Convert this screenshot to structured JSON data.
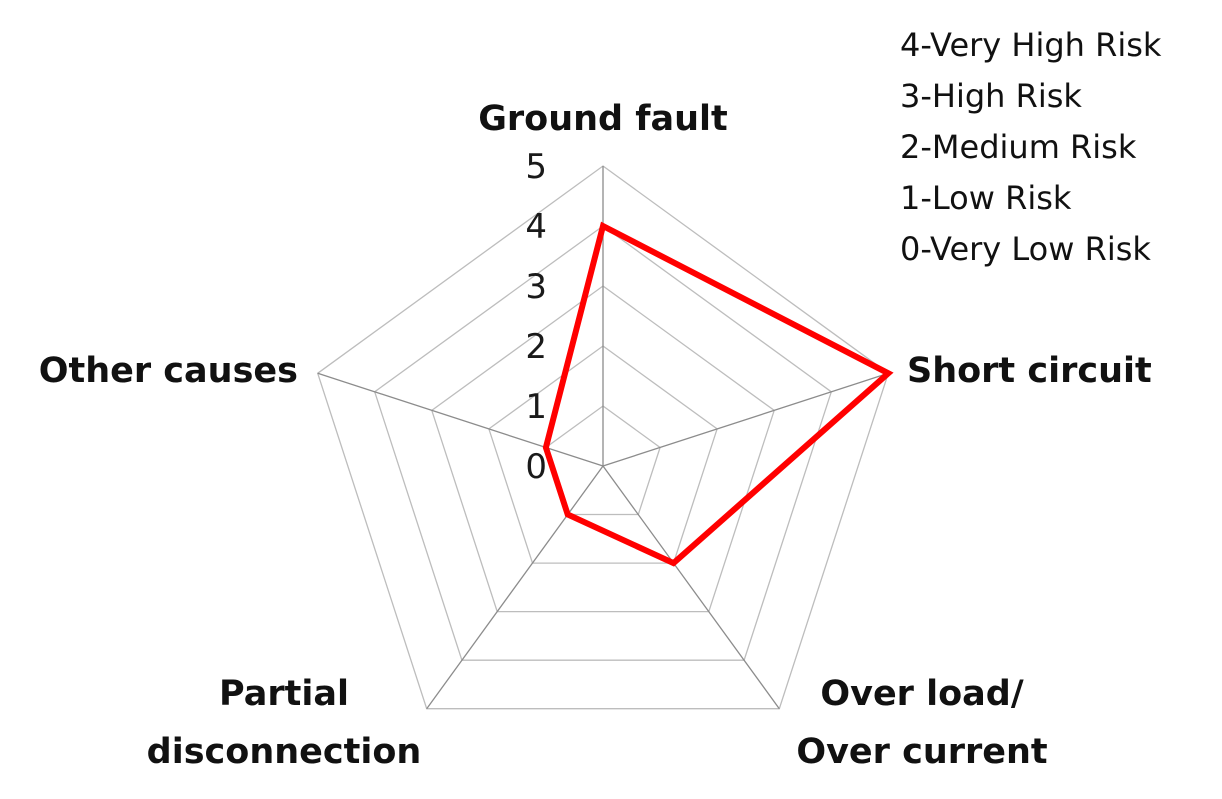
{
  "chart_data": {
    "type": "radar",
    "categories": [
      "Ground fault",
      "Short circuit",
      "Over load/ Over current",
      "Partial disconnection",
      "Other causes"
    ],
    "category_label_lines": [
      [
        "Ground fault"
      ],
      [
        "Short circuit"
      ],
      [
        "Over load/",
        "Over current"
      ],
      [
        "Partial",
        "disconnection"
      ],
      [
        "Other causes"
      ]
    ],
    "series": [
      {
        "values": [
          4,
          5,
          2,
          1,
          1
        ],
        "color": "#ff0000"
      }
    ],
    "rlim": [
      0,
      5
    ],
    "ticks": [
      "0",
      "1",
      "2",
      "3",
      "4",
      "5"
    ],
    "grid": true,
    "legend_position": "top-right",
    "legend_lines": [
      "4-Very High Risk",
      "3-High Risk",
      "2-Medium Risk",
      "1-Low Risk",
      "0-Very Low Risk"
    ]
  }
}
